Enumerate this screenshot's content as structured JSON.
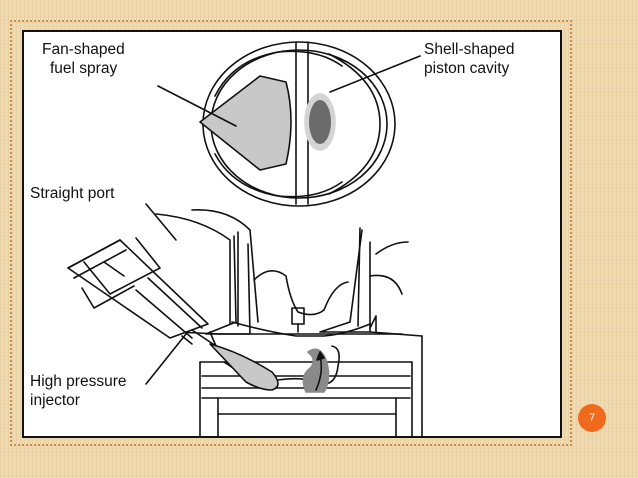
{
  "slide": {
    "page_number": "7"
  },
  "diagram": {
    "labels": {
      "fan_spray": [
        "Fan-shaped",
        "fuel spray"
      ],
      "piston_cavity": [
        "Shell-shaped",
        "piston cavity"
      ],
      "straight_port": "Straight port",
      "injector": [
        "High pressure",
        "injector"
      ]
    },
    "colors": {
      "spray_fill": "#c8c8c8",
      "cavity_fill": "#6b6b6b",
      "line": "#111111"
    }
  }
}
